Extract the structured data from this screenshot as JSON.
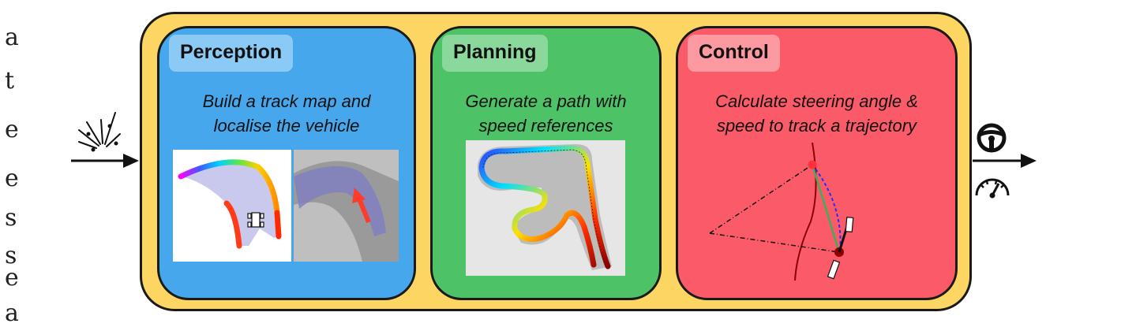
{
  "edge_glyphs": [
    "a",
    "t",
    "e",
    "e",
    "s",
    "s",
    "e",
    "a"
  ],
  "modules": [
    {
      "title": "Perception",
      "desc_line1": "Build a track map and",
      "desc_line2": "localise the vehicle"
    },
    {
      "title": "Planning",
      "desc_line1": "Generate a path with",
      "desc_line2": "speed references"
    },
    {
      "title": "Control",
      "desc_line1": "Calculate steering angle &",
      "desc_line2": "speed to track a trajectory"
    }
  ],
  "colors": {
    "outer_box": "#fcd562",
    "perception": "#47a7ec",
    "planning": "#4ec267",
    "control": "#fb5b68",
    "outline": "#1a1a1a"
  },
  "icons": {
    "input": "lidar-sensor-icon",
    "output_top": "steering-wheel-icon",
    "output_bottom": "speedometer-icon"
  }
}
